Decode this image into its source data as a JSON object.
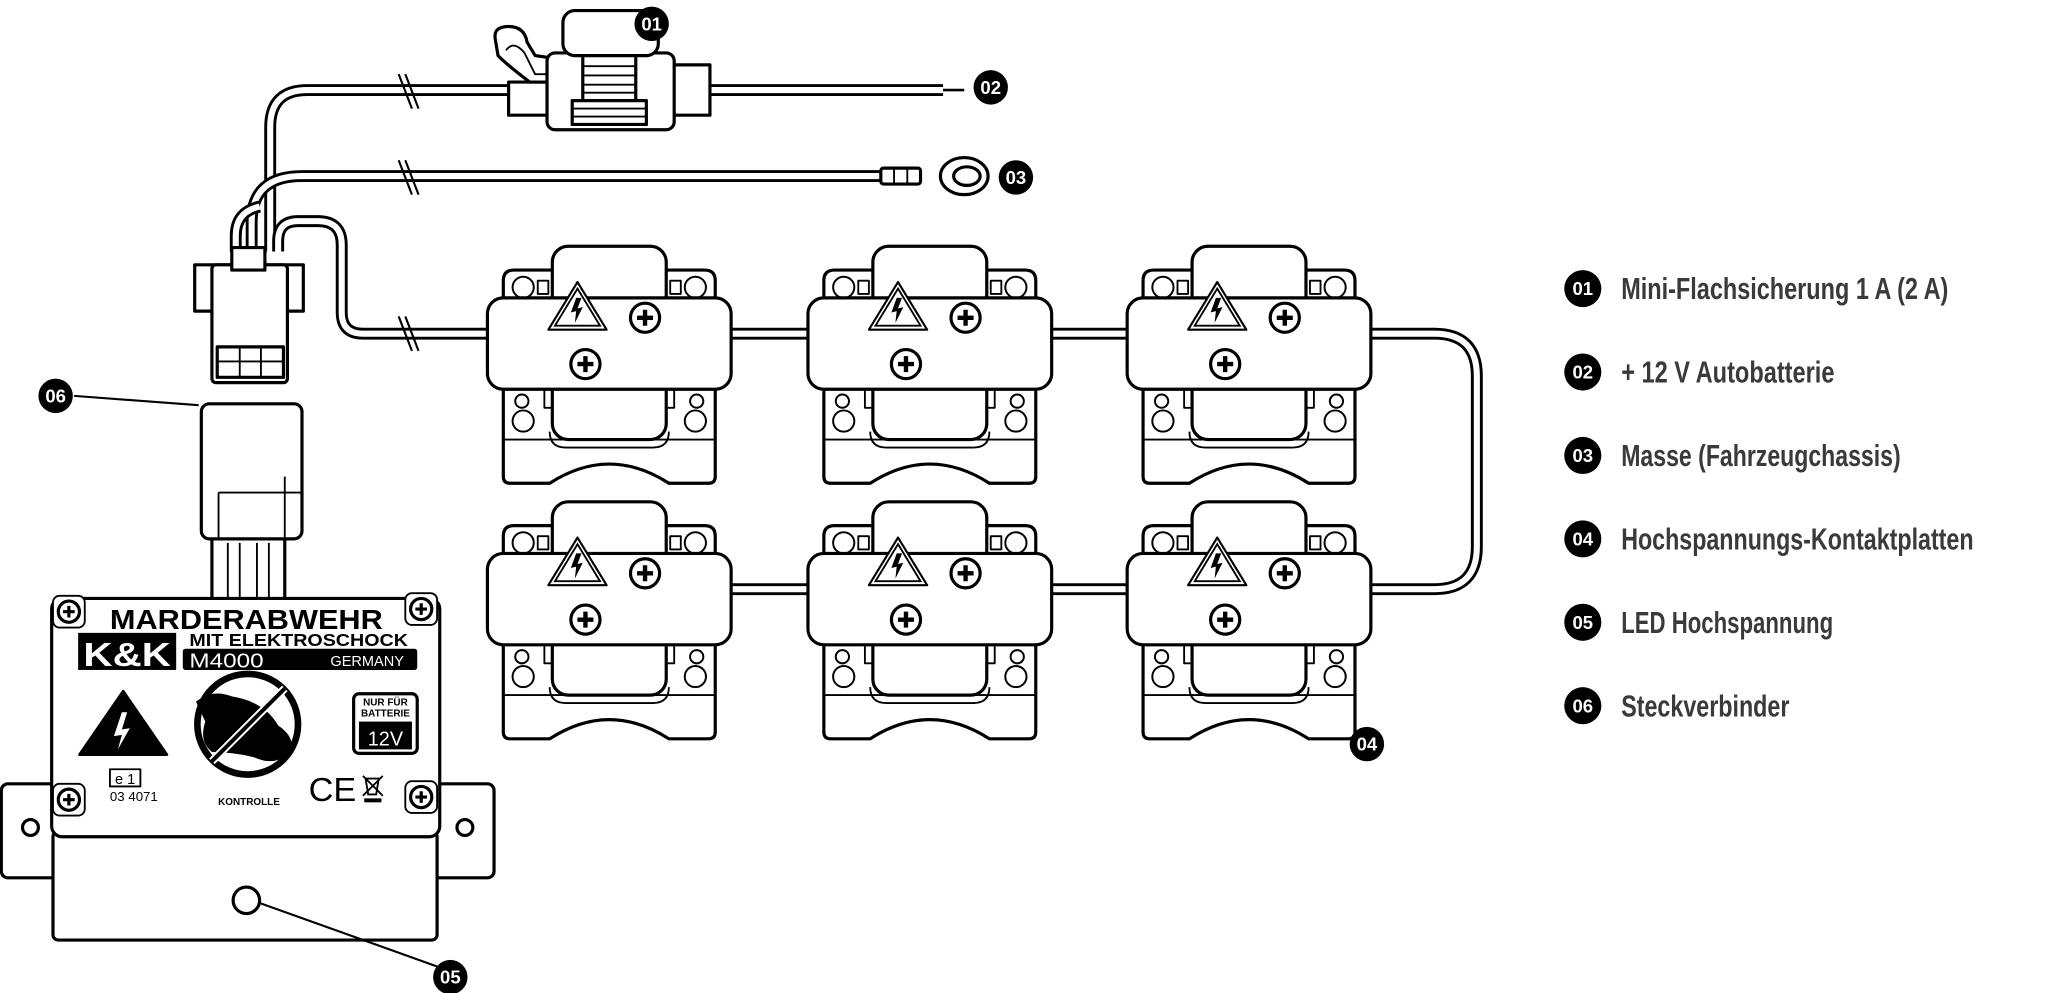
{
  "legend": [
    {
      "num": "01",
      "label": "Mini-Flachsicherung 1 A (2 A)"
    },
    {
      "num": "02",
      "label": "+ 12 V Autobatterie"
    },
    {
      "num": "03",
      "label": "Masse (Fahrzeugchassis)"
    },
    {
      "num": "04",
      "label": "Hochspannungs-Kontaktplatten"
    },
    {
      "num": "05",
      "label": "LED Hochspannung"
    },
    {
      "num": "06",
      "label": "Steckverbinder"
    }
  ],
  "device": {
    "title": "MARDERABWEHR",
    "subtitle": "MIT ELEKTROSCHOCK",
    "brand": "K&K",
    "model": "M4000",
    "origin": "GERMANY",
    "battery_line1": "NUR FÜR",
    "battery_line2": "BATTERIE",
    "battery_voltage": "12V",
    "approval_mark": "e 1",
    "approval_number": "03 4071",
    "control_label": "KONTROLLE",
    "ce_mark": "CE"
  }
}
